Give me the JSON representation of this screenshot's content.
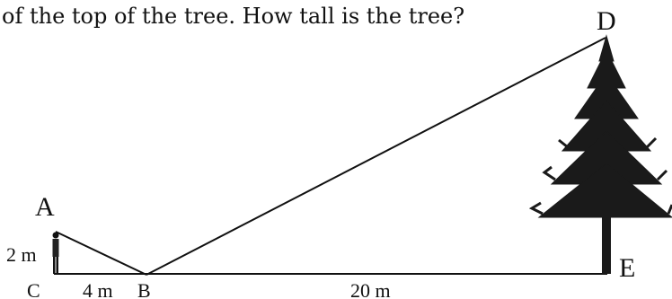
{
  "question_text": "of the top of the tree. How tall is the tree?",
  "points": {
    "A": "A",
    "B": "B",
    "C": "C",
    "D": "D",
    "E": "E"
  },
  "measurements": {
    "person_height": "2 m",
    "cb_distance": "4 m",
    "be_distance": "20 m"
  },
  "colors": {
    "ink": "#111111",
    "tree": "#1a1a1a"
  }
}
